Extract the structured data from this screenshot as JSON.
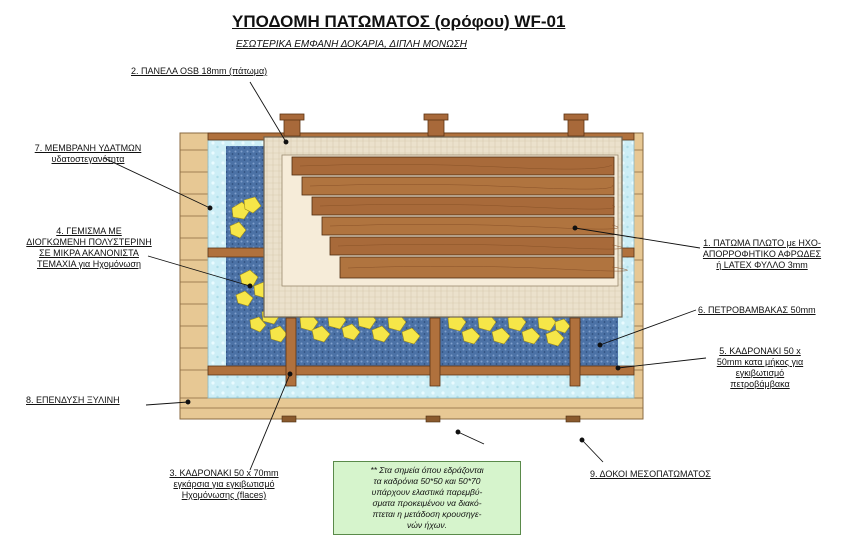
{
  "title": "ΥΠΟΔΟΜΗ ΠΑΤΩΜΑΤΟΣ  (ορόφου)  WF-01",
  "subtitle": "ΕΣΩΤΕΡΙΚΑ ΕΜΦΑΝΗ ΔΟΚΑΡΙΑ, ΔΙΠΛΗ ΜΟΝΩΣΗ",
  "labels": {
    "osb": "2. ΠΑΝΕΛΑ OSB 18mm (πάτωμα)",
    "membrane_1": "7. ΜΕΜΒΡΑΝΗ ΥΔΑΤΜΩΝ",
    "membrane_2": "υδατοστεγανότητα",
    "fill_1": "4. ΓΕΜΙΣΜΑ ΜΕ",
    "fill_2": "ΔΙΟΓΚΩΜΕΝΗ ΠΟΛΥΣΤΕΡΙΝΗ",
    "fill_3": "ΣΕ ΜΙΚΡΑ ΑΚΑΝΟΝΙΣΤΑ",
    "fill_4": "ΤΕΜΑΧΙΑ για Ηχομόνωση",
    "floor_1": "1. ΠΑΤΩΜΑ ΠΛΩΤΟ με ΗΧΟ-",
    "floor_2": "ΑΠΟΡΡΟΦΗΤΙΚΟ ΑΦΡΩΔΕΣ",
    "floor_3": "ή LATEX ΦΥΛΛΟ 3mm",
    "rockwool": "6. ΠΕΤΡΟΒΑΜΒΑΚΑΣ 50mm",
    "batten5_1": "5.  ΚΑΔΡΟΝΑΚΙ 50 x",
    "batten5_2": "50mm κατα μήκος για",
    "batten5_3": "εγκιβωτισμό",
    "batten5_4": "πετροβάμβακα",
    "cladding": "8. ΕΠΕΝΔΥΣΗ ΞΥΛΙΝΗ",
    "batten3_1": "3. ΚΑΔΡΟΝΑΚΙ 50 x 70mm",
    "batten3_2": "εγκάρσια για εγκιβωτισμό",
    "batten3_3": "Ηχομόνωσης (flaces)",
    "beam": "9. ΔΟΚΟΙ ΜΕΣΟΠΑΤΩΜΑΤΟΣ",
    "note_1": "** Στα σημεία όπου εδράζονται",
    "note_2": "τα καδρόνια 50*50 και 50*70",
    "note_3": "υπάρχουν ελαστικά παρεμβύ-",
    "note_4": "σματα προκειμένου να διακό-",
    "note_5": "πτεται η μετάδοση κρουσηγε-",
    "note_6": "νών ήχων."
  },
  "colors": {
    "wood_light": "#e8c994",
    "wood_line": "#b08a55",
    "plank": "#a86a3a",
    "plank_dark": "#6e3f1c",
    "osb": "#ece3cf",
    "membrane": "#cfeef5",
    "rockwool": "#4a6fa0",
    "styrofoam": "#f6e84a",
    "note_bg": "#d6f4cc"
  }
}
